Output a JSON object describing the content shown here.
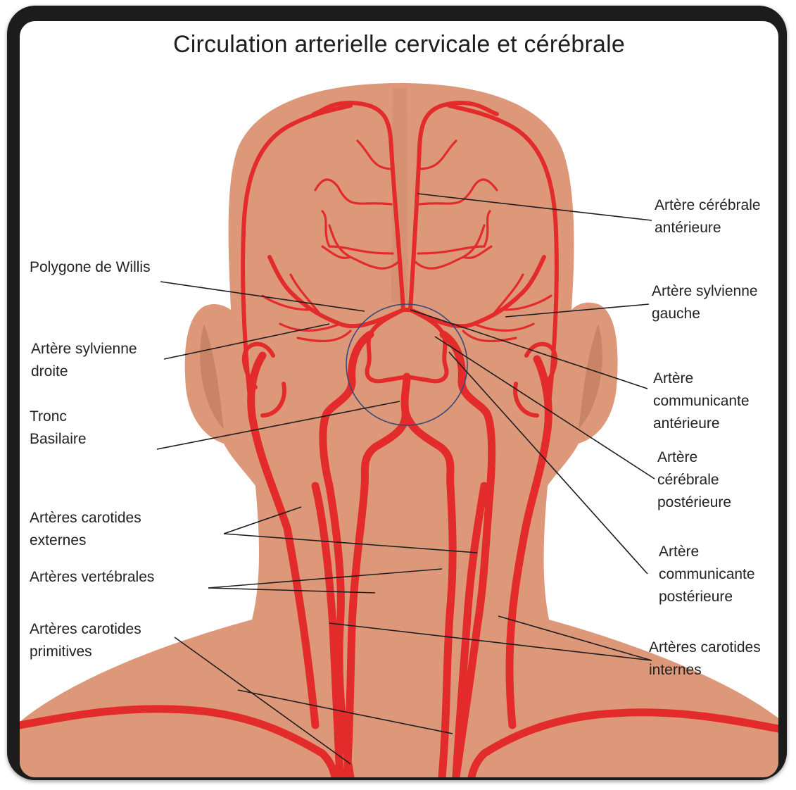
{
  "title": "Circulation arterielle cervicale et cérébrale",
  "colors": {
    "skin": "#dd987a",
    "skin_dark": "#c98468",
    "artery": "#e32b2b",
    "leader": "#1e1e1e",
    "circle": "#3a4a78"
  },
  "labels": {
    "cerebrale_anterieure": [
      "Artère cérébrale",
      "antérieure"
    ],
    "polygone_willis": [
      "Polygone de Willis"
    ],
    "sylvienne_gauche": [
      "Artère sylvienne",
      "gauche"
    ],
    "sylvienne_droite": [
      "Artère sylvienne",
      "droite"
    ],
    "communicante_anterieure": [
      "Artère",
      "communicante",
      "antérieure"
    ],
    "tronc_basilaire": [
      "Tronc",
      "Basilaire"
    ],
    "cerebrale_posterieure": [
      "Artère",
      "cérébrale",
      "postérieure"
    ],
    "carotides_externes": [
      "Artères carotides",
      "externes"
    ],
    "communicante_posterieure": [
      "Artère",
      "communicante",
      "postérieure"
    ],
    "vertebrales": [
      "Artères vertébrales"
    ],
    "carotides_primitives": [
      "Artères carotides",
      "primitives"
    ],
    "carotides_internes": [
      "Artères carotides",
      "internes"
    ]
  }
}
